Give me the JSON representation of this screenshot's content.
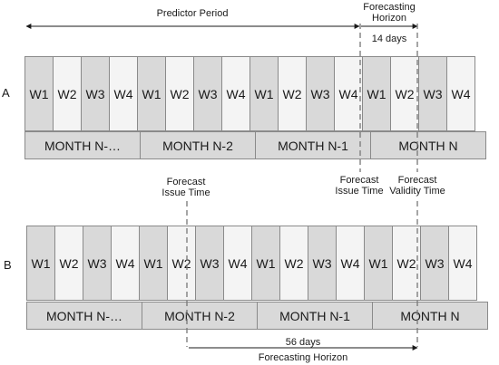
{
  "panel_a": {
    "label": "A",
    "predictor_period": "Predictor Period",
    "forecasting_horizon": "Forecasting\nHorizon",
    "horizon_days": "14 days",
    "forecast_issue_time": "Forecast\nIssue Time",
    "forecast_validity_time": "Forecast\nValidity Time",
    "weeks": [
      "W1",
      "W2",
      "W3",
      "W4",
      "W1",
      "W2",
      "W3",
      "W4",
      "W1",
      "W2",
      "W3",
      "W4",
      "W1",
      "W2",
      "W3",
      "W4"
    ],
    "months": [
      "MONTH N-…",
      "MONTH N-2",
      "MONTH N-1",
      "MONTH N"
    ]
  },
  "panel_b": {
    "label": "B",
    "forecast_issue_time": "Forecast\nIssue Time",
    "horizon_days": "56 days",
    "forecasting_horizon": "Forecasting Horizon",
    "weeks": [
      "W1",
      "W2",
      "W3",
      "W4",
      "W1",
      "W2",
      "W3",
      "W4",
      "W1",
      "W2",
      "W3",
      "W4",
      "W1",
      "W2",
      "W3",
      "W4"
    ],
    "months": [
      "MONTH N-…",
      "MONTH N-2",
      "MONTH N-1",
      "MONTH N"
    ]
  },
  "colors": {
    "dark_cell": "#d9d9d9",
    "light_cell": "#f4f4f4",
    "border": "#8a8a8a",
    "line": "#1a1a1a"
  }
}
